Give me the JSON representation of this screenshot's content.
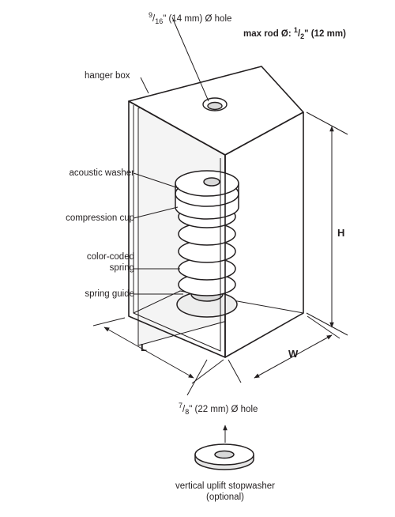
{
  "labels": {
    "top_hole": {
      "num": "9",
      "den": "16",
      "rest": "\" (14 mm) Ø hole"
    },
    "max_rod": {
      "prefix": "max rod Ø:",
      "num": "1",
      "den": "2",
      "rest": "\" (12 mm)"
    },
    "hanger_box": "hanger box",
    "acoustic_washer": "acoustic washer",
    "compression_cup": "compression cup",
    "color_coded_1": "color-coded",
    "color_coded_2": "spring",
    "spring_guide": "spring guide",
    "bottom_hole": {
      "num": "7",
      "den": "8",
      "rest": "\" (22 mm) Ø hole"
    },
    "stopwasher_1": "vertical uplift stopwasher",
    "stopwasher_2": "(optional)"
  },
  "dimensions": {
    "height": "H",
    "length": "L",
    "width": "W"
  },
  "colors": {
    "line": "#231f20",
    "fill": "#ffffff",
    "shade": "#d9d9d9"
  }
}
